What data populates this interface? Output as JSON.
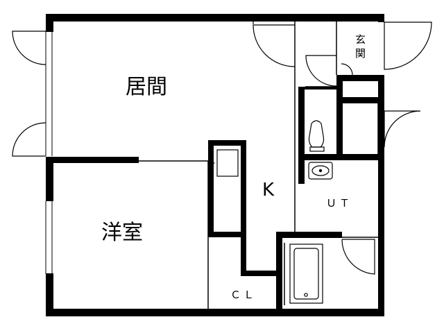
{
  "floorplan": {
    "rooms": {
      "living": "居間",
      "western_room": "洋室",
      "kitchen": "K",
      "utility": "ＵＴ",
      "closet": "ＣＬ",
      "entrance_line1": "玄",
      "entrance_line2": "関"
    }
  }
}
